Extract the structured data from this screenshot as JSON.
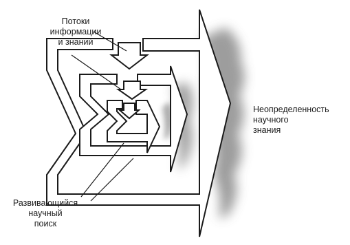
{
  "labels": {
    "flows_line1": "Потоки",
    "flows_line2": "информации",
    "flows_line3": "и знаний",
    "uncertainty_line1": "Неопределенность",
    "uncertainty_line2": "научного",
    "uncertainty_line3": "знания",
    "search_line1": "Развивающийся",
    "search_line2": "научный",
    "search_line3": "поиск"
  },
  "colors": {
    "outline": "#1a1a1a",
    "fog": "#8c8c8c",
    "background": "#ffffff"
  }
}
